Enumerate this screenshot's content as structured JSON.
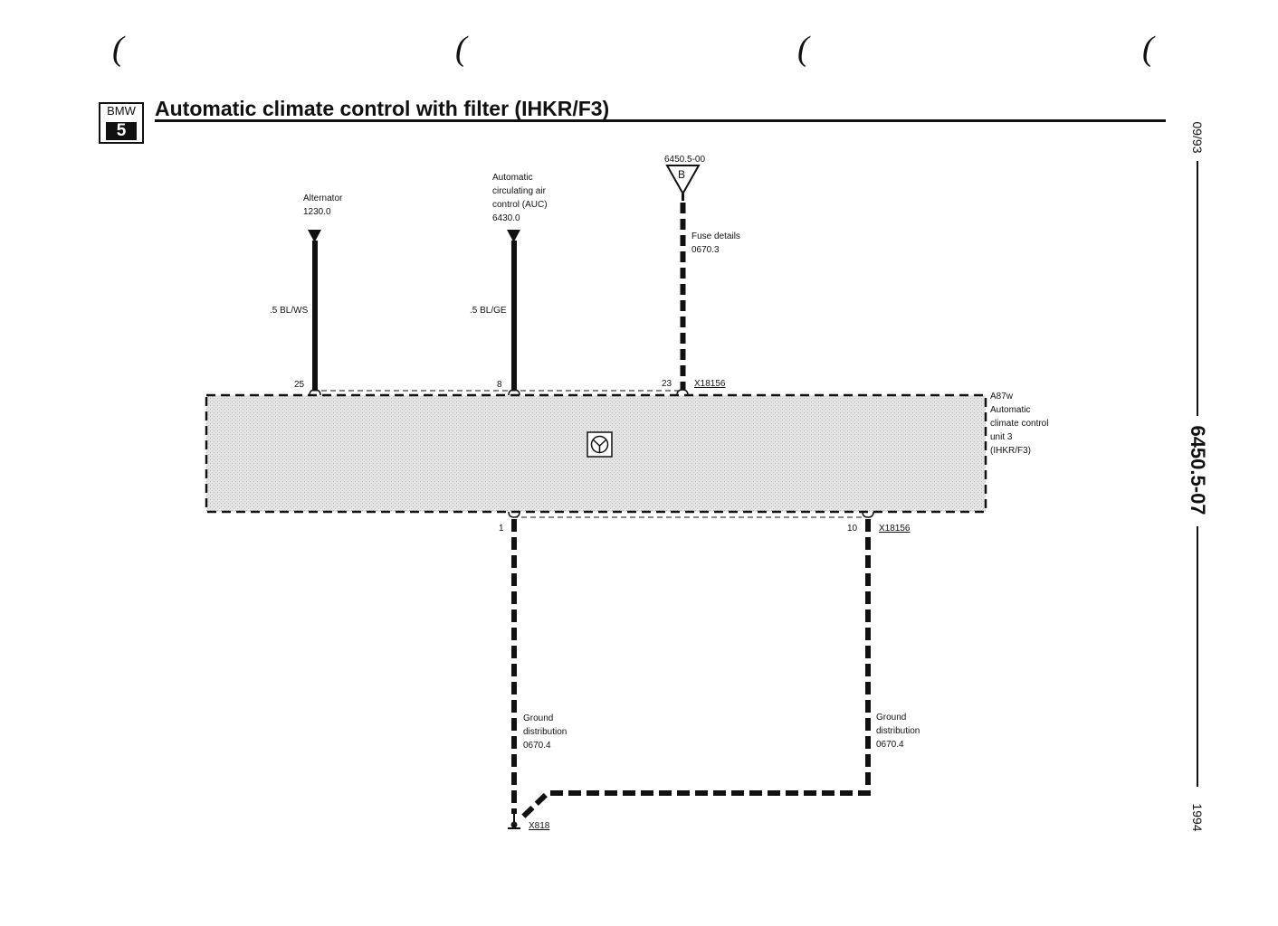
{
  "header": {
    "brand_logo": {
      "brand": "BMW",
      "model": "5"
    },
    "title": "Automatic climate control with filter (IHKR/F3)",
    "margin_marks": [
      "(",
      "(",
      "(",
      "("
    ]
  },
  "side": {
    "date": "09/93",
    "page_code": "6450.5-07",
    "year": "1994"
  },
  "diagram": {
    "inputs": [
      {
        "lines": [
          "Alternator",
          "1230.0"
        ],
        "wire": ".5 BL/WS",
        "pin": "25"
      },
      {
        "lines": [
          "Automatic",
          "circulating air",
          "control (AUC)",
          "6430.0"
        ],
        "wire": ".5 BL/GE",
        "pin": "8"
      },
      {
        "ref": "6450.5-00",
        "symbol": "B",
        "lines": [
          "Fuse details",
          "0670.3"
        ],
        "pin": "23",
        "connector": "X18156"
      }
    ],
    "control_unit": {
      "lines": [
        "A87w",
        "Automatic",
        "climate control",
        "unit 3",
        "(IHKR/F3)"
      ]
    },
    "outputs": [
      {
        "pin": "1",
        "lines": [
          "Ground",
          "distribution",
          "0670.4"
        ]
      },
      {
        "pin": "10",
        "connector": "X18156",
        "lines": [
          "Ground",
          "distribution",
          "0670.4"
        ]
      }
    ],
    "ground": {
      "connector": "X818"
    }
  }
}
